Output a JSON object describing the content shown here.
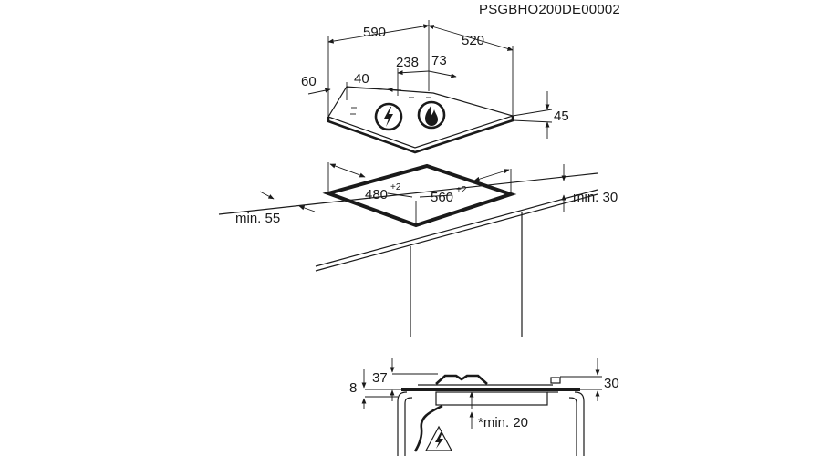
{
  "drawing_code": "PSGBHO200DE00002",
  "hob_dimensions": {
    "width": "590",
    "depth": "520",
    "left_margin": "60",
    "left_knob_offset": "40",
    "burner_section_width": "238",
    "burner_offset": "73",
    "height": "45"
  },
  "cutout_dimensions": {
    "depth": "480",
    "depth_tolerance": "+2",
    "width": "560",
    "width_tolerance": "+2",
    "min_front_distance": "min. 55",
    "min_worktop_thickness": "min. 30"
  },
  "section_dimensions": {
    "worktop_offset": "8",
    "hob_above": "37",
    "right_height": "30",
    "min_clearance": "*min. 20"
  },
  "icons": [
    "electric-warning-icon",
    "gas-flame-icon",
    "electric-warning-icon"
  ]
}
